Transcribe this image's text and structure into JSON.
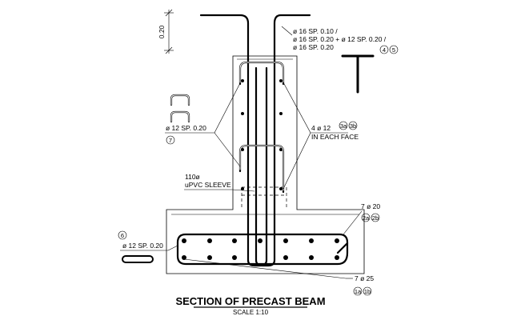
{
  "diagram": {
    "title": "SECTION OF PRECAST BEAM",
    "scale": "SCALE 1:10",
    "dimension": "0.20",
    "web_bars": {
      "line1": "ø 16 SP. 0.10 /",
      "line2": "ø 16 SP. 0.20 + ø 12 SP. 0.20 /",
      "line3": "ø 16 SP. 0.20",
      "marks": [
        "4",
        "5"
      ]
    },
    "stirrup": {
      "label": "ø 12 SP. 0.20",
      "mark": "7"
    },
    "face_bars": {
      "line1": "4 ø 12",
      "line2": "IN EACH FACE",
      "marks": [
        "3a",
        "3b"
      ]
    },
    "sleeve": {
      "line1": "110ø",
      "line2": "uPVC SLEEVE"
    },
    "flange_link": {
      "mark": "6",
      "label": "ø 12 SP. 0.20"
    },
    "top_bars": {
      "label": "7 ø 20",
      "marks": [
        "2a",
        "2b"
      ]
    },
    "bottom_bars": {
      "label": "7 ø 25",
      "marks": [
        "1a",
        "1b"
      ]
    }
  }
}
